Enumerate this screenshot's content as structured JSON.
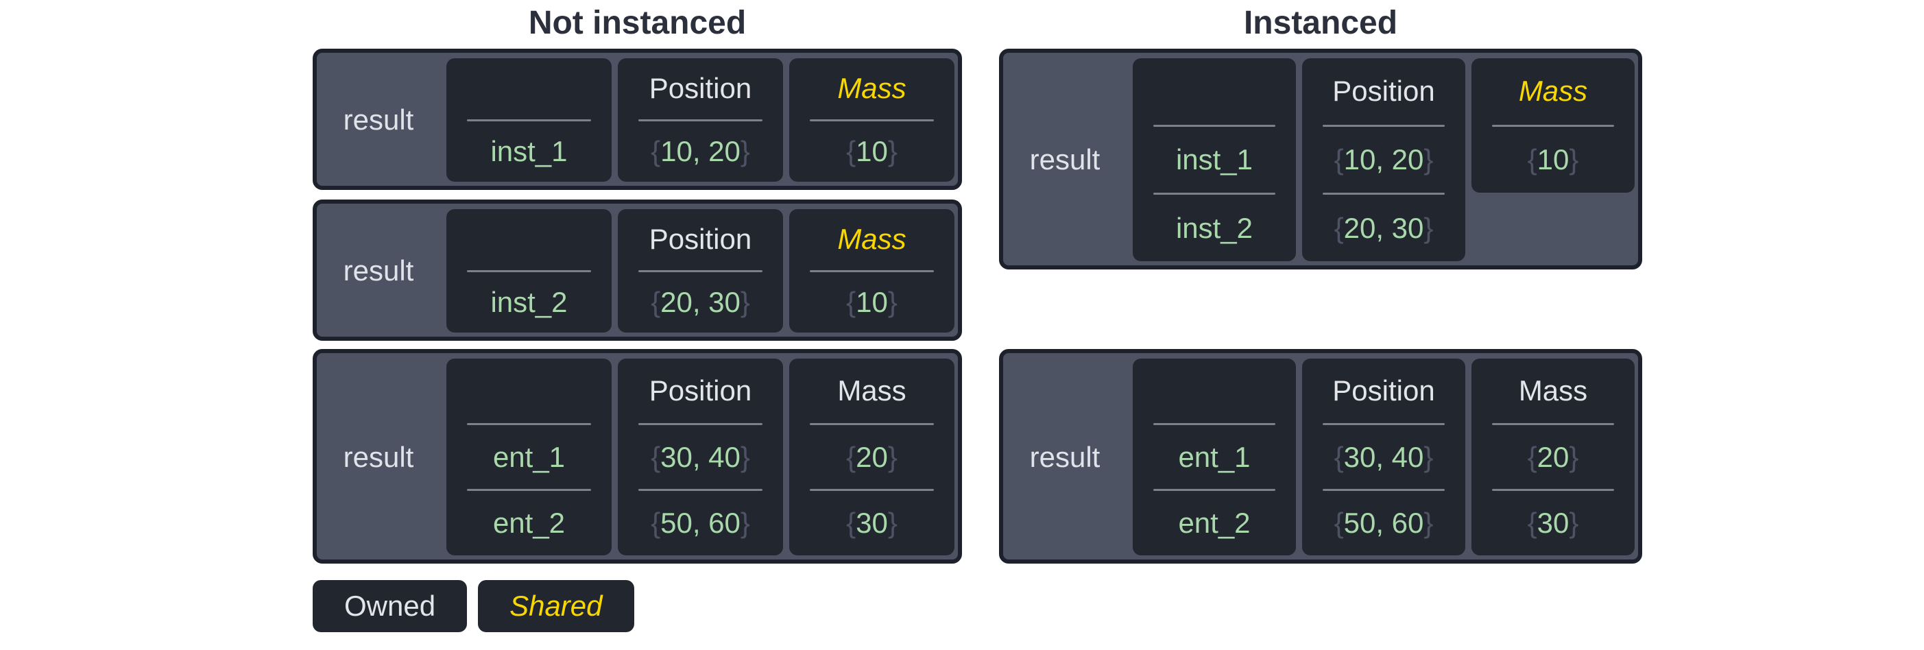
{
  "titles": {
    "not_instanced": "Not instanced",
    "instanced": "Instanced"
  },
  "punct": {
    "open_brace": "{",
    "close_brace": "}"
  },
  "legend": {
    "owned": "Owned",
    "shared": "Shared"
  },
  "colors": {
    "panel_slate": "#4e5363",
    "cell_dark": "#22262f",
    "border_dark": "#1d212b",
    "value_green": "#a9d8ab",
    "brace_gray": "#4d5365",
    "shared_yellow": "#f8d800",
    "text_white": "#e3e5ea",
    "divider_gray": "#7b808a",
    "title_dark": "#2b303c"
  },
  "boxes": {
    "ni1": {
      "label": "result",
      "entity_rows": [
        "inst_1"
      ],
      "position_header": "Position",
      "position_rows": [
        "10, 20"
      ],
      "mass_header": "Mass",
      "mass_rows": [
        "10"
      ],
      "mass_shared": true
    },
    "ni2": {
      "label": "result",
      "entity_rows": [
        "inst_2"
      ],
      "position_header": "Position",
      "position_rows": [
        "20, 30"
      ],
      "mass_header": "Mass",
      "mass_rows": [
        "10"
      ],
      "mass_shared": true
    },
    "ni3": {
      "label": "result",
      "entity_rows": [
        "ent_1",
        "ent_2"
      ],
      "position_header": "Position",
      "position_rows": [
        "30, 40",
        "50, 60"
      ],
      "mass_header": "Mass",
      "mass_rows": [
        "20",
        "30"
      ],
      "mass_shared": false
    },
    "i1": {
      "label": "result",
      "entity_rows": [
        "inst_1",
        "inst_2"
      ],
      "position_header": "Position",
      "position_rows": [
        "10, 20",
        "20, 30"
      ],
      "mass_header": "Mass",
      "mass_rows": [
        "10"
      ],
      "mass_shared": true
    },
    "i2": {
      "label": "result",
      "entity_rows": [
        "ent_1",
        "ent_2"
      ],
      "position_header": "Position",
      "position_rows": [
        "30, 40",
        "50, 60"
      ],
      "mass_header": "Mass",
      "mass_rows": [
        "20",
        "30"
      ],
      "mass_shared": false
    }
  }
}
